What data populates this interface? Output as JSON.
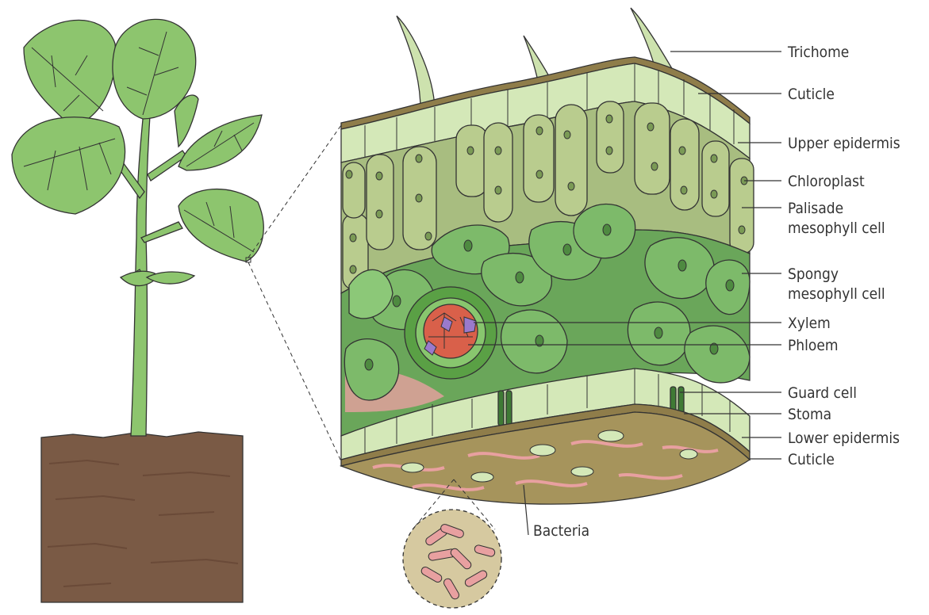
{
  "labels": {
    "trichome": "Trichome",
    "cuticle_top": "Cuticle",
    "upper_epidermis": "Upper epidermis",
    "chloroplast": "Chloroplast",
    "palisade_1": "Palisade",
    "palisade_2": "mesophyll cell",
    "spongy_1": "Spongy",
    "spongy_2": "mesophyll cell",
    "xylem": "Xylem",
    "phloem": "Phloem",
    "guard_cell": "Guard cell",
    "stoma": "Stoma",
    "lower_epidermis": "Lower epidermis",
    "cuticle_bottom": "Cuticle",
    "bacteria": "Bacteria"
  },
  "colors": {
    "leaf_green": "#8dc56e",
    "leaf_dark": "#5a9a45",
    "soil": "#7a5a45",
    "epidermis": "#d4e8b8",
    "palisade": "#b9cc8e",
    "spongy": "#7dba6a",
    "cuticle": "#8f7d4a",
    "xylem": "#d9604a",
    "phloem": "#9a7acc",
    "bacteria": "#e8a0a0",
    "lens_bg": "#d6c9a0"
  }
}
